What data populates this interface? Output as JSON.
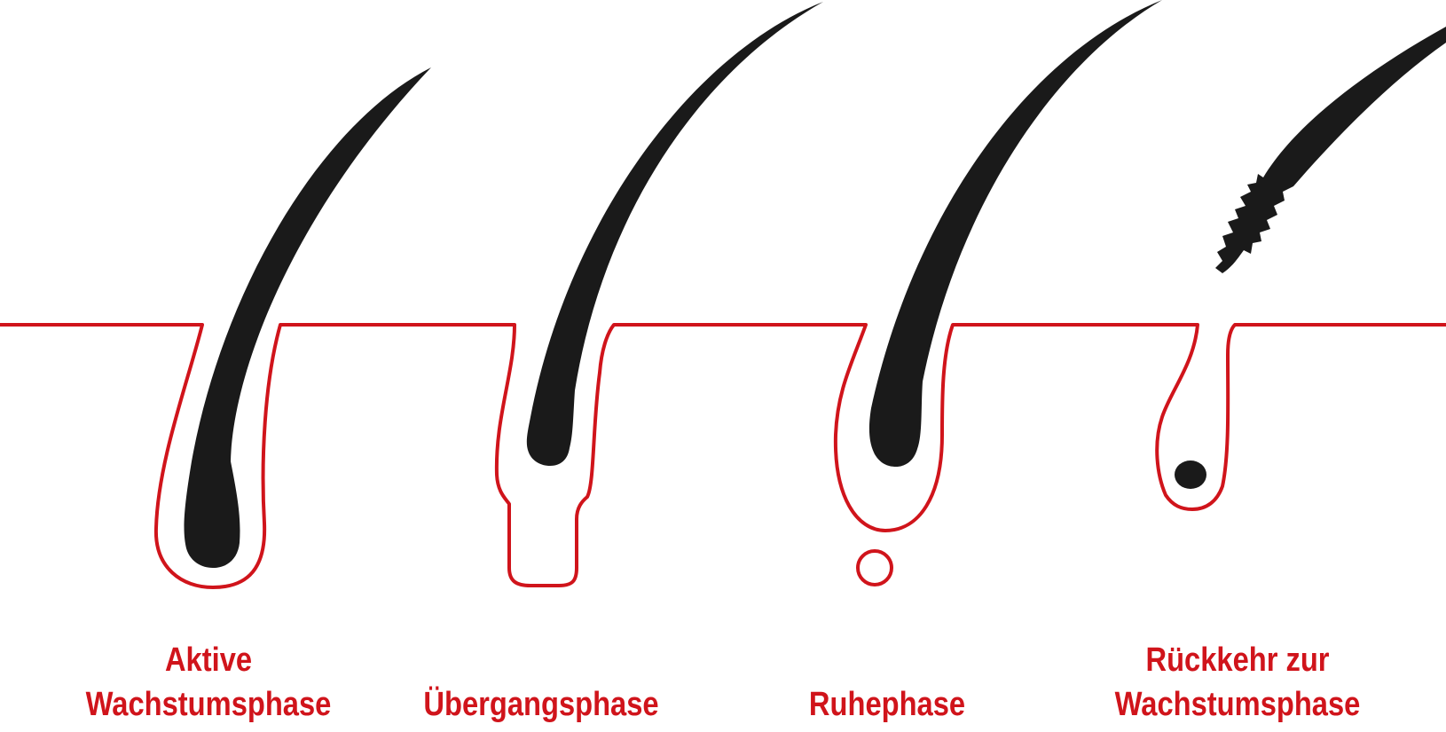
{
  "colors": {
    "skin_line": "#d0141b",
    "hair": "#1a1a1a",
    "label": "#d0141b",
    "background": "#ffffff"
  },
  "phases": [
    {
      "line1": "Aktive",
      "line2": "Wachstumsphase"
    },
    {
      "line1": "",
      "line2": "Übergangsphase"
    },
    {
      "line1": "",
      "line2": "Ruhephase"
    },
    {
      "line1": "Rückkehr zur",
      "line2": "Wachstumsphase"
    }
  ]
}
